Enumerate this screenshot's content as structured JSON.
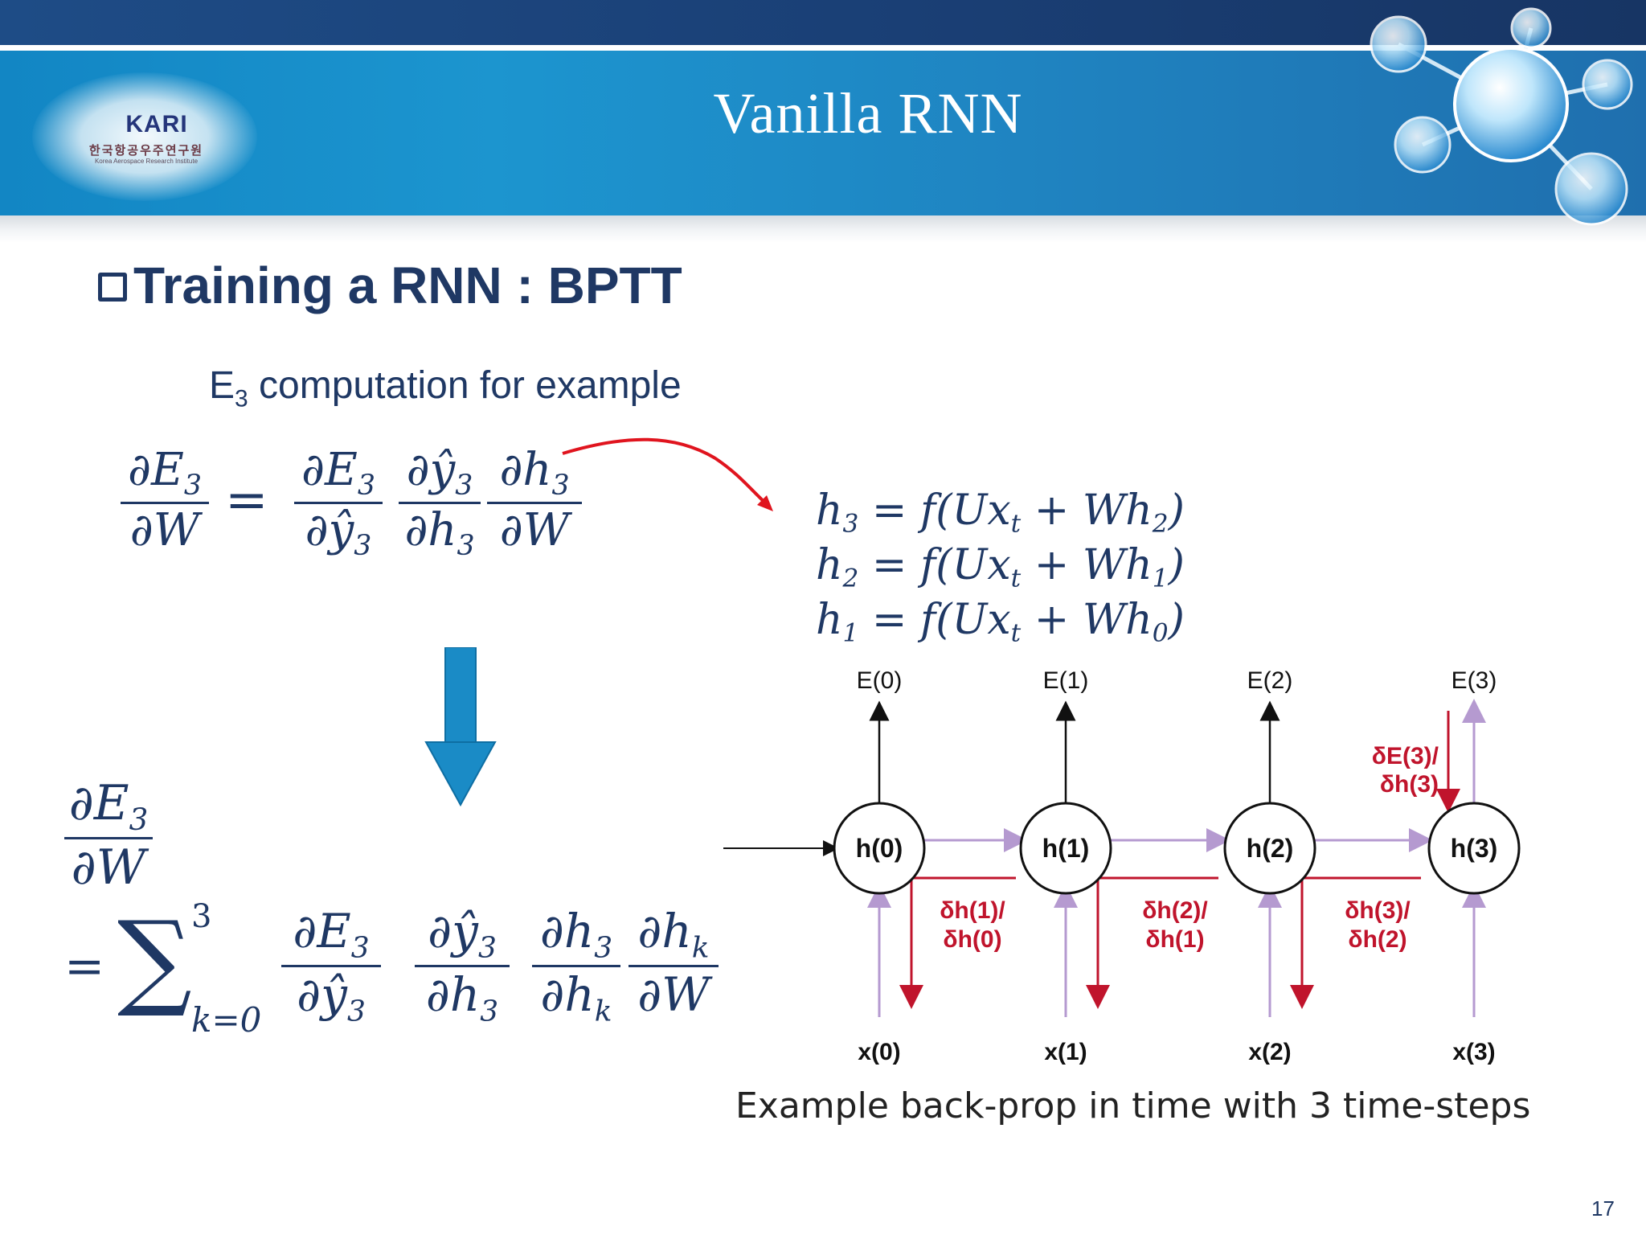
{
  "header": {
    "title": "Vanilla RNN",
    "logo_text": "KARI",
    "logo_subtitle": "한국항공우주연구원",
    "logo_tagline": "Korea Aerospace Research Institute"
  },
  "heading": "Training a RNN : BPTT",
  "subtitle": {
    "main": "E",
    "sub": "3",
    "rest": " computation for example"
  },
  "equation1": {
    "lhs": {
      "num": "∂E",
      "num_sub": "3",
      "den": "∂W"
    },
    "eq": "=",
    "terms": [
      {
        "num": "∂E",
        "num_sub": "3",
        "den": "∂ŷ",
        "den_sub": "3"
      },
      {
        "num": "∂ŷ",
        "num_sub": "3",
        "den": "∂h",
        "den_sub": "3"
      },
      {
        "num": "∂h",
        "num_sub": "3",
        "den": "∂W"
      }
    ]
  },
  "equation2": {
    "lhs": {
      "num": "∂E",
      "num_sub": "3",
      "den": "∂W"
    },
    "eq": "=",
    "sum": "∑",
    "sum_upper": "3",
    "sum_lower": "k=0",
    "terms": [
      {
        "num": "∂E",
        "num_sub": "3",
        "den": "∂ŷ",
        "den_sub": "3"
      },
      {
        "num": "∂ŷ",
        "num_sub": "3",
        "den": "∂h",
        "den_sub": "3"
      },
      {
        "num": "∂h",
        "num_sub": "3",
        "den": "∂h",
        "den_sub": "k"
      },
      {
        "num": "∂h",
        "num_sub": "k",
        "den": "∂W"
      }
    ]
  },
  "recurrence": [
    {
      "h": "h",
      "h_sub": "3",
      "body": " = f(Ux",
      "x_sub": "t",
      "mid": " + Wh",
      "prev_sub": "2",
      "end": ")"
    },
    {
      "h": "h",
      "h_sub": "2",
      "body": " = f(Ux",
      "x_sub": "t",
      "mid": " + Wh",
      "prev_sub": "1",
      "end": ")"
    },
    {
      "h": "h",
      "h_sub": "1",
      "body": " = f(Ux",
      "x_sub": "t",
      "mid": " + Wh",
      "prev_sub": "0",
      "end": ")"
    }
  ],
  "diagram": {
    "errors": [
      "E(0)",
      "E(1)",
      "E(2)",
      "E(3)"
    ],
    "hidden": [
      "h(0)",
      "h(1)",
      "h(2)",
      "h(3)"
    ],
    "inputs": [
      "x(0)",
      "x(1)",
      "x(2)",
      "x(3)"
    ],
    "grad_top": [
      "δE(3)/",
      "δh(3)"
    ],
    "grads": [
      [
        "δh(1)/",
        "δh(0)"
      ],
      [
        "δh(2)/",
        "δh(1)"
      ],
      [
        "δh(3)/",
        "δh(2)"
      ]
    ],
    "colors": {
      "forward": "#b59ad0",
      "backward": "#c0142c",
      "black": "#111111"
    }
  },
  "caption": "Example back-prop in time with 3 time-steps",
  "page_number": "17",
  "colors": {
    "text": "#1f3864",
    "banner": "#1c8fcb",
    "down_arrow": "#1a8bc6",
    "curve": "#e0141e"
  }
}
